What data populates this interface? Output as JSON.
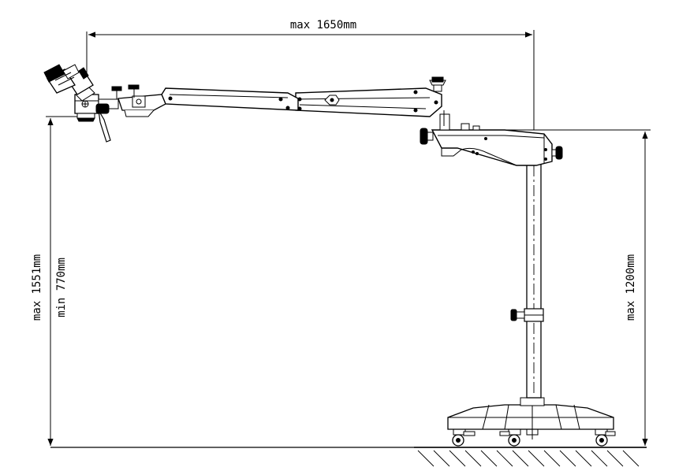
{
  "dimensions": {
    "top_width": "max 1650mm",
    "left_height_max": "max 1551mm",
    "left_height_min": "min 770mm",
    "right_height": "max 1200mm"
  },
  "colors": {
    "line": "#000000",
    "fill_light": "#ffffff",
    "fill_dark": "#1a1a1a"
  }
}
